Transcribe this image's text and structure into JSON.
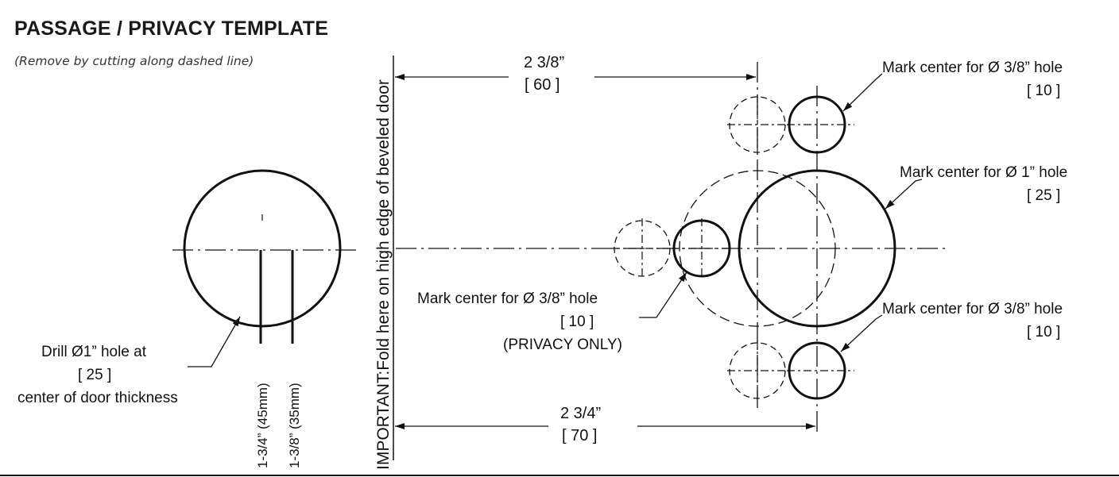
{
  "title": "PASSAGE / PRIVACY TEMPLATE",
  "subtitle": "(Remove by cutting along dashed  line)",
  "fold_line_label": "IMPORTANT:Fold here on high edge of beveled door",
  "edge_hole": {
    "line1": "Drill  Ø1” hole at",
    "line2": "[ 25 ]",
    "line3": "center of door thickness"
  },
  "door_thickness": {
    "thick": "1-3/4” (45mm)",
    "thin": "1-3/8” (35mm)"
  },
  "dimension_top": {
    "imperial": "2  3/8”",
    "metric": "[ 60 ]"
  },
  "dimension_bottom": {
    "imperial": "2  3/4”",
    "metric": "[ 70 ]"
  },
  "callout_top": {
    "line1": "Mark center for  Ø 3/8” hole",
    "line2": "[ 10 ]"
  },
  "callout_main": {
    "line1": "Mark center for  Ø 1” hole",
    "line2": "[ 25 ]"
  },
  "callout_privacy": {
    "line1": "Mark center for  Ø 3/8” hole",
    "line2": "[ 10 ]",
    "line3": "(PRIVACY ONLY)"
  },
  "callout_bottom": {
    "line1": "Mark center for  Ø 3/8” hole",
    "line2": "[ 10 ]"
  },
  "colors": {
    "ink": "#111111",
    "background": "#ffffff"
  }
}
